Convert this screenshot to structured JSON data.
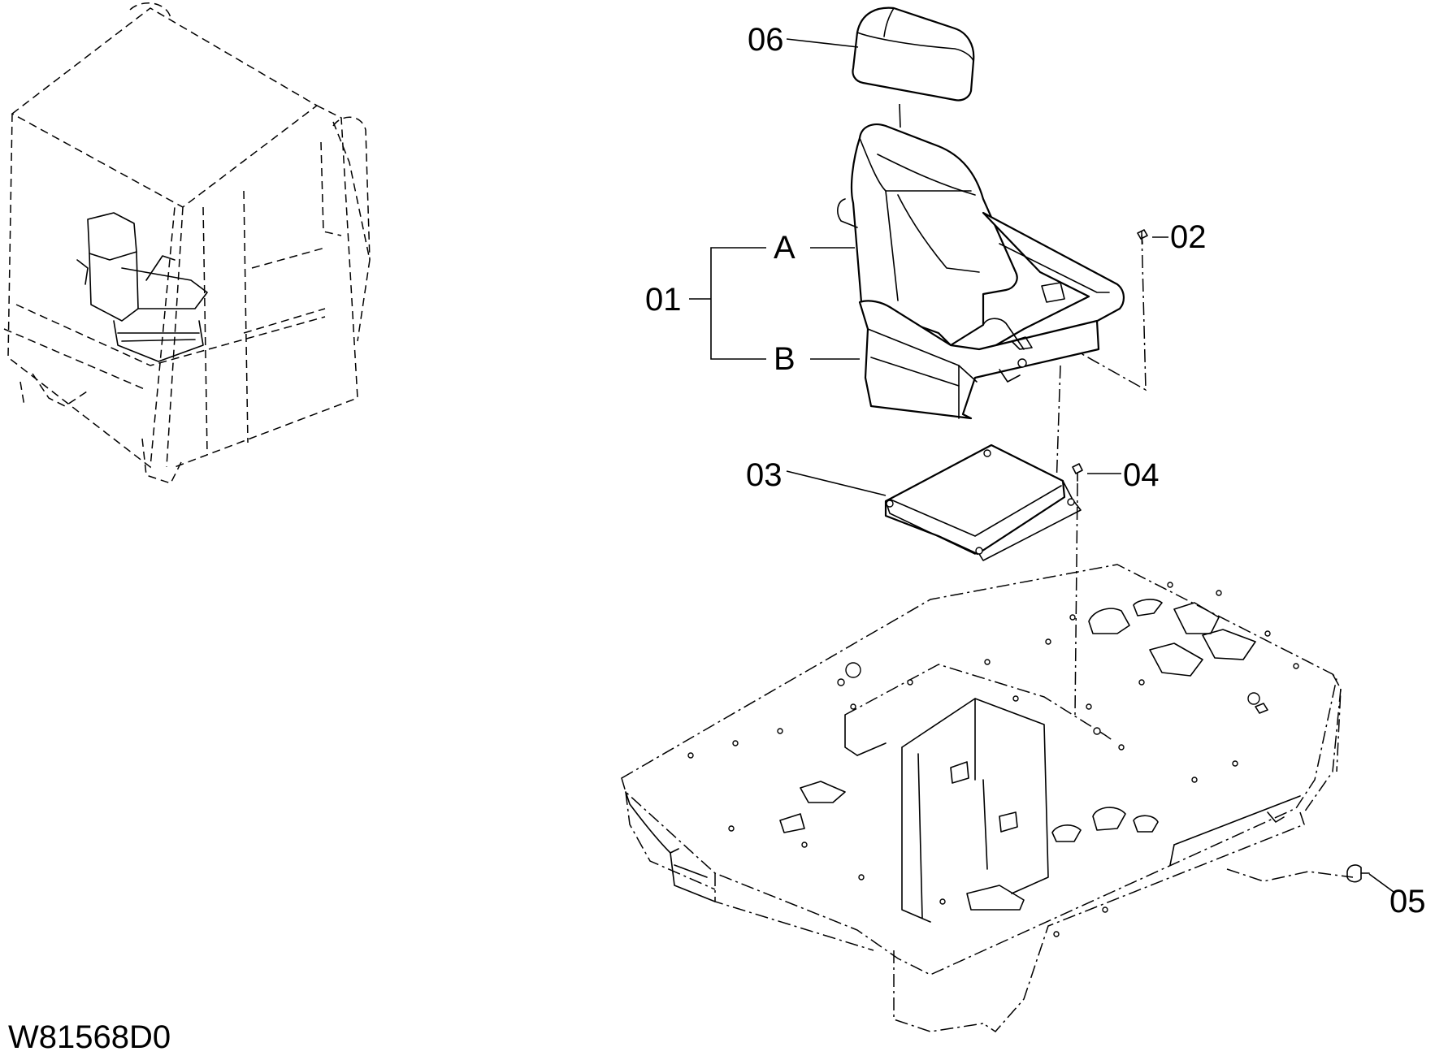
{
  "drawing_id": "W81568D0",
  "callouts": {
    "seat_assembly": "01",
    "seat_back": "A",
    "seat_cushion": "B",
    "screw": "02",
    "base_plate": "03",
    "bolt": "04",
    "nut": "05",
    "headrest": "06"
  }
}
